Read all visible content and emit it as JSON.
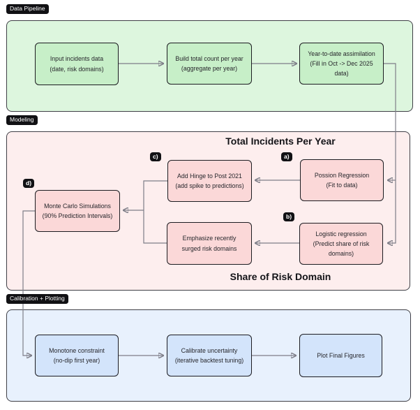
{
  "diagram": {
    "sections": {
      "data_pipeline": {
        "label": "Data Pipeline"
      },
      "modeling": {
        "label": "Modeling"
      },
      "calibration": {
        "label": "Calibration + Plotting"
      }
    },
    "headings": {
      "total_incidents": "Total Incidents Per Year",
      "share_of_risk": "Share of Risk Domain"
    },
    "badges": {
      "a": "a)",
      "b": "b)",
      "c": "c)",
      "d": "d)"
    },
    "nodes": {
      "input_incidents": "Input incidents data\n(date, risk domains)",
      "build_total_count": "Build total count per year\n(aggregate per year)",
      "ytd_assimilation": "Year-to-date assimilation\n(Fill in Oct -> Dec 2025\ndata)",
      "poisson_regression": "Possion Regression\n(Fit to data)",
      "logistic_regression": "Logistic regression\n(Predict share of risk\ndomains)",
      "add_hinge": "Add Hinge to Post 2021\n(add spike to predictions)",
      "emphasize_surged": "Emphasize recently\nsurged risk domains",
      "monte_carlo": "Monte Carlo Simulations\n(90% Prediction Intervals)",
      "monotone_constraint": "Monotone constraint\n(no-dip first year)",
      "calibrate_uncertainty": "Calibrate uncertainty\n(iterative backtest tuning)",
      "plot_final": "Plot Final Figures"
    },
    "colors": {
      "section_green_bg": "#ddf6de",
      "section_pink_bg": "#fdeeee",
      "section_blue_bg": "#e8f1fd",
      "node_green_bg": "#c7efc8",
      "node_pink_bg": "#fbd8d8",
      "node_blue_bg": "#d3e4fb",
      "label_bg": "#111114",
      "connector": "#7e7e88"
    }
  }
}
